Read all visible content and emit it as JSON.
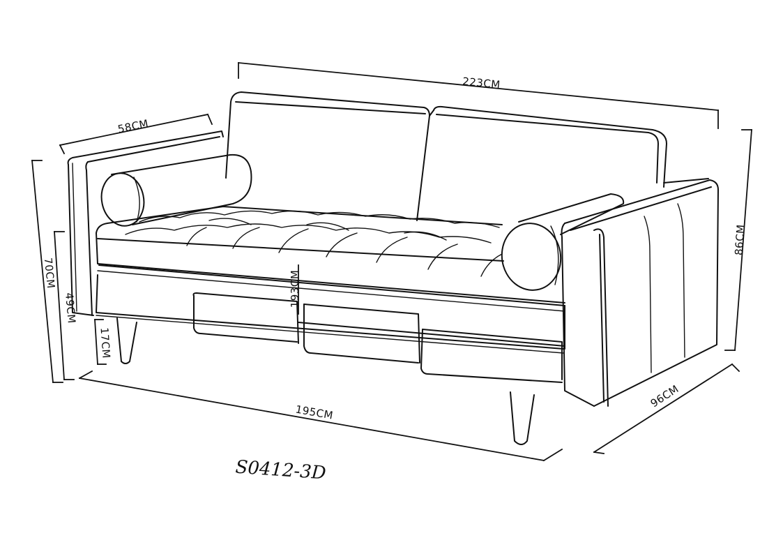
{
  "dimensions": {
    "overall_width": "223CM",
    "arm_depth": "58CM",
    "arm_height": "70CM",
    "seat_height": "49CM",
    "leg_height": "17CM",
    "seat_width_inner": "193CM",
    "base_width": "195CM",
    "overall_height": "86CM",
    "overall_depth": "96CM"
  },
  "model_code": "S0412-3D",
  "colors": {
    "line": "#111111",
    "background": "#ffffff"
  }
}
